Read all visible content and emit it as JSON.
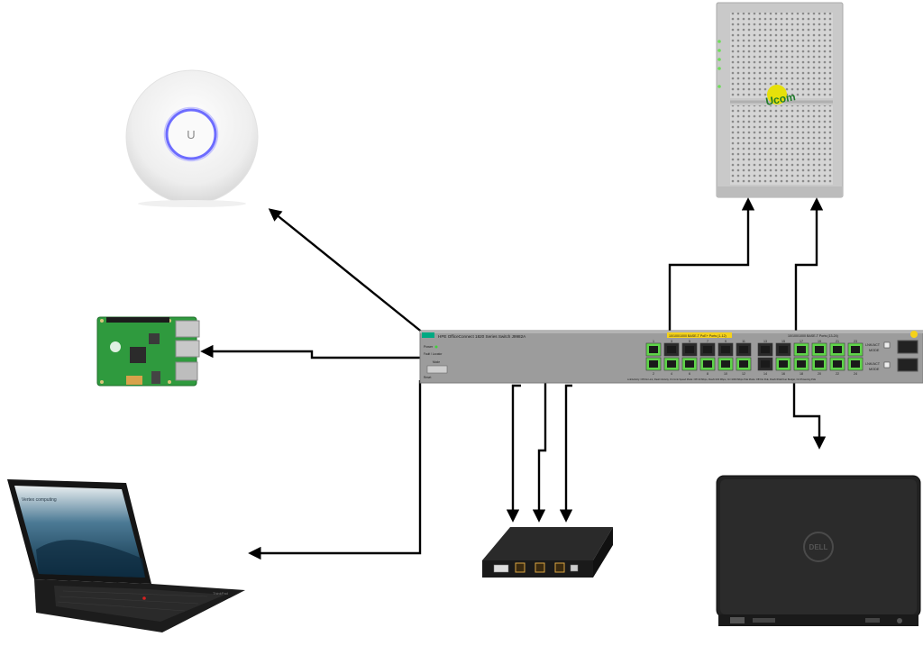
{
  "switch": {
    "brand_title": "HPE OfficeConnect 1820 Series Switch J9982A",
    "power_label": "Power",
    "fault_label": "Fault / Locator",
    "mode_label": "Mode",
    "reset_label": "Reset",
    "group1_label": "10/100/1000 BASE-T PoE+ Ports (1-12)",
    "group2_label": "10/100/1000 BASE-T Ports (13-24)",
    "lnk_label_1": "LNK/ACT",
    "mode_label_1": "MODE",
    "lnk_label_2": "LNK/ACT",
    "mode_label_2": "MODE",
    "port_numbers_top": [
      "1",
      "3",
      "5",
      "7",
      "9",
      "11",
      "13",
      "15",
      "17",
      "19",
      "21",
      "23"
    ],
    "port_numbers_bottom": [
      "2",
      "4",
      "6",
      "8",
      "10",
      "12",
      "14",
      "16",
      "18",
      "20",
      "22",
      "24"
    ],
    "status_line": "Lnk/Activity: Off=No Link, Flash=Activity, On=Link    Speed Mode: Off=10 Mbps, Flash=100 Mbps, On=1000 Mbps    PoE Mode: Off=No PoE, Flash=PoE/Over Budget, On=Powering PoE"
  },
  "router": {
    "logo_text": "Ucom"
  },
  "laptop_left": {
    "brand_text": "Vertex computing",
    "badge_text": "ThinkPad"
  },
  "laptop_right": {
    "logo_text": "DELL"
  },
  "access_point": {
    "logo_text": "U"
  },
  "colors": {
    "wire": "#000000",
    "switch_body": "#9c9c9c",
    "port_active": "#5fd44a",
    "port_label_bg": "#f5d21a",
    "ap_ring": "#6d6cff"
  }
}
